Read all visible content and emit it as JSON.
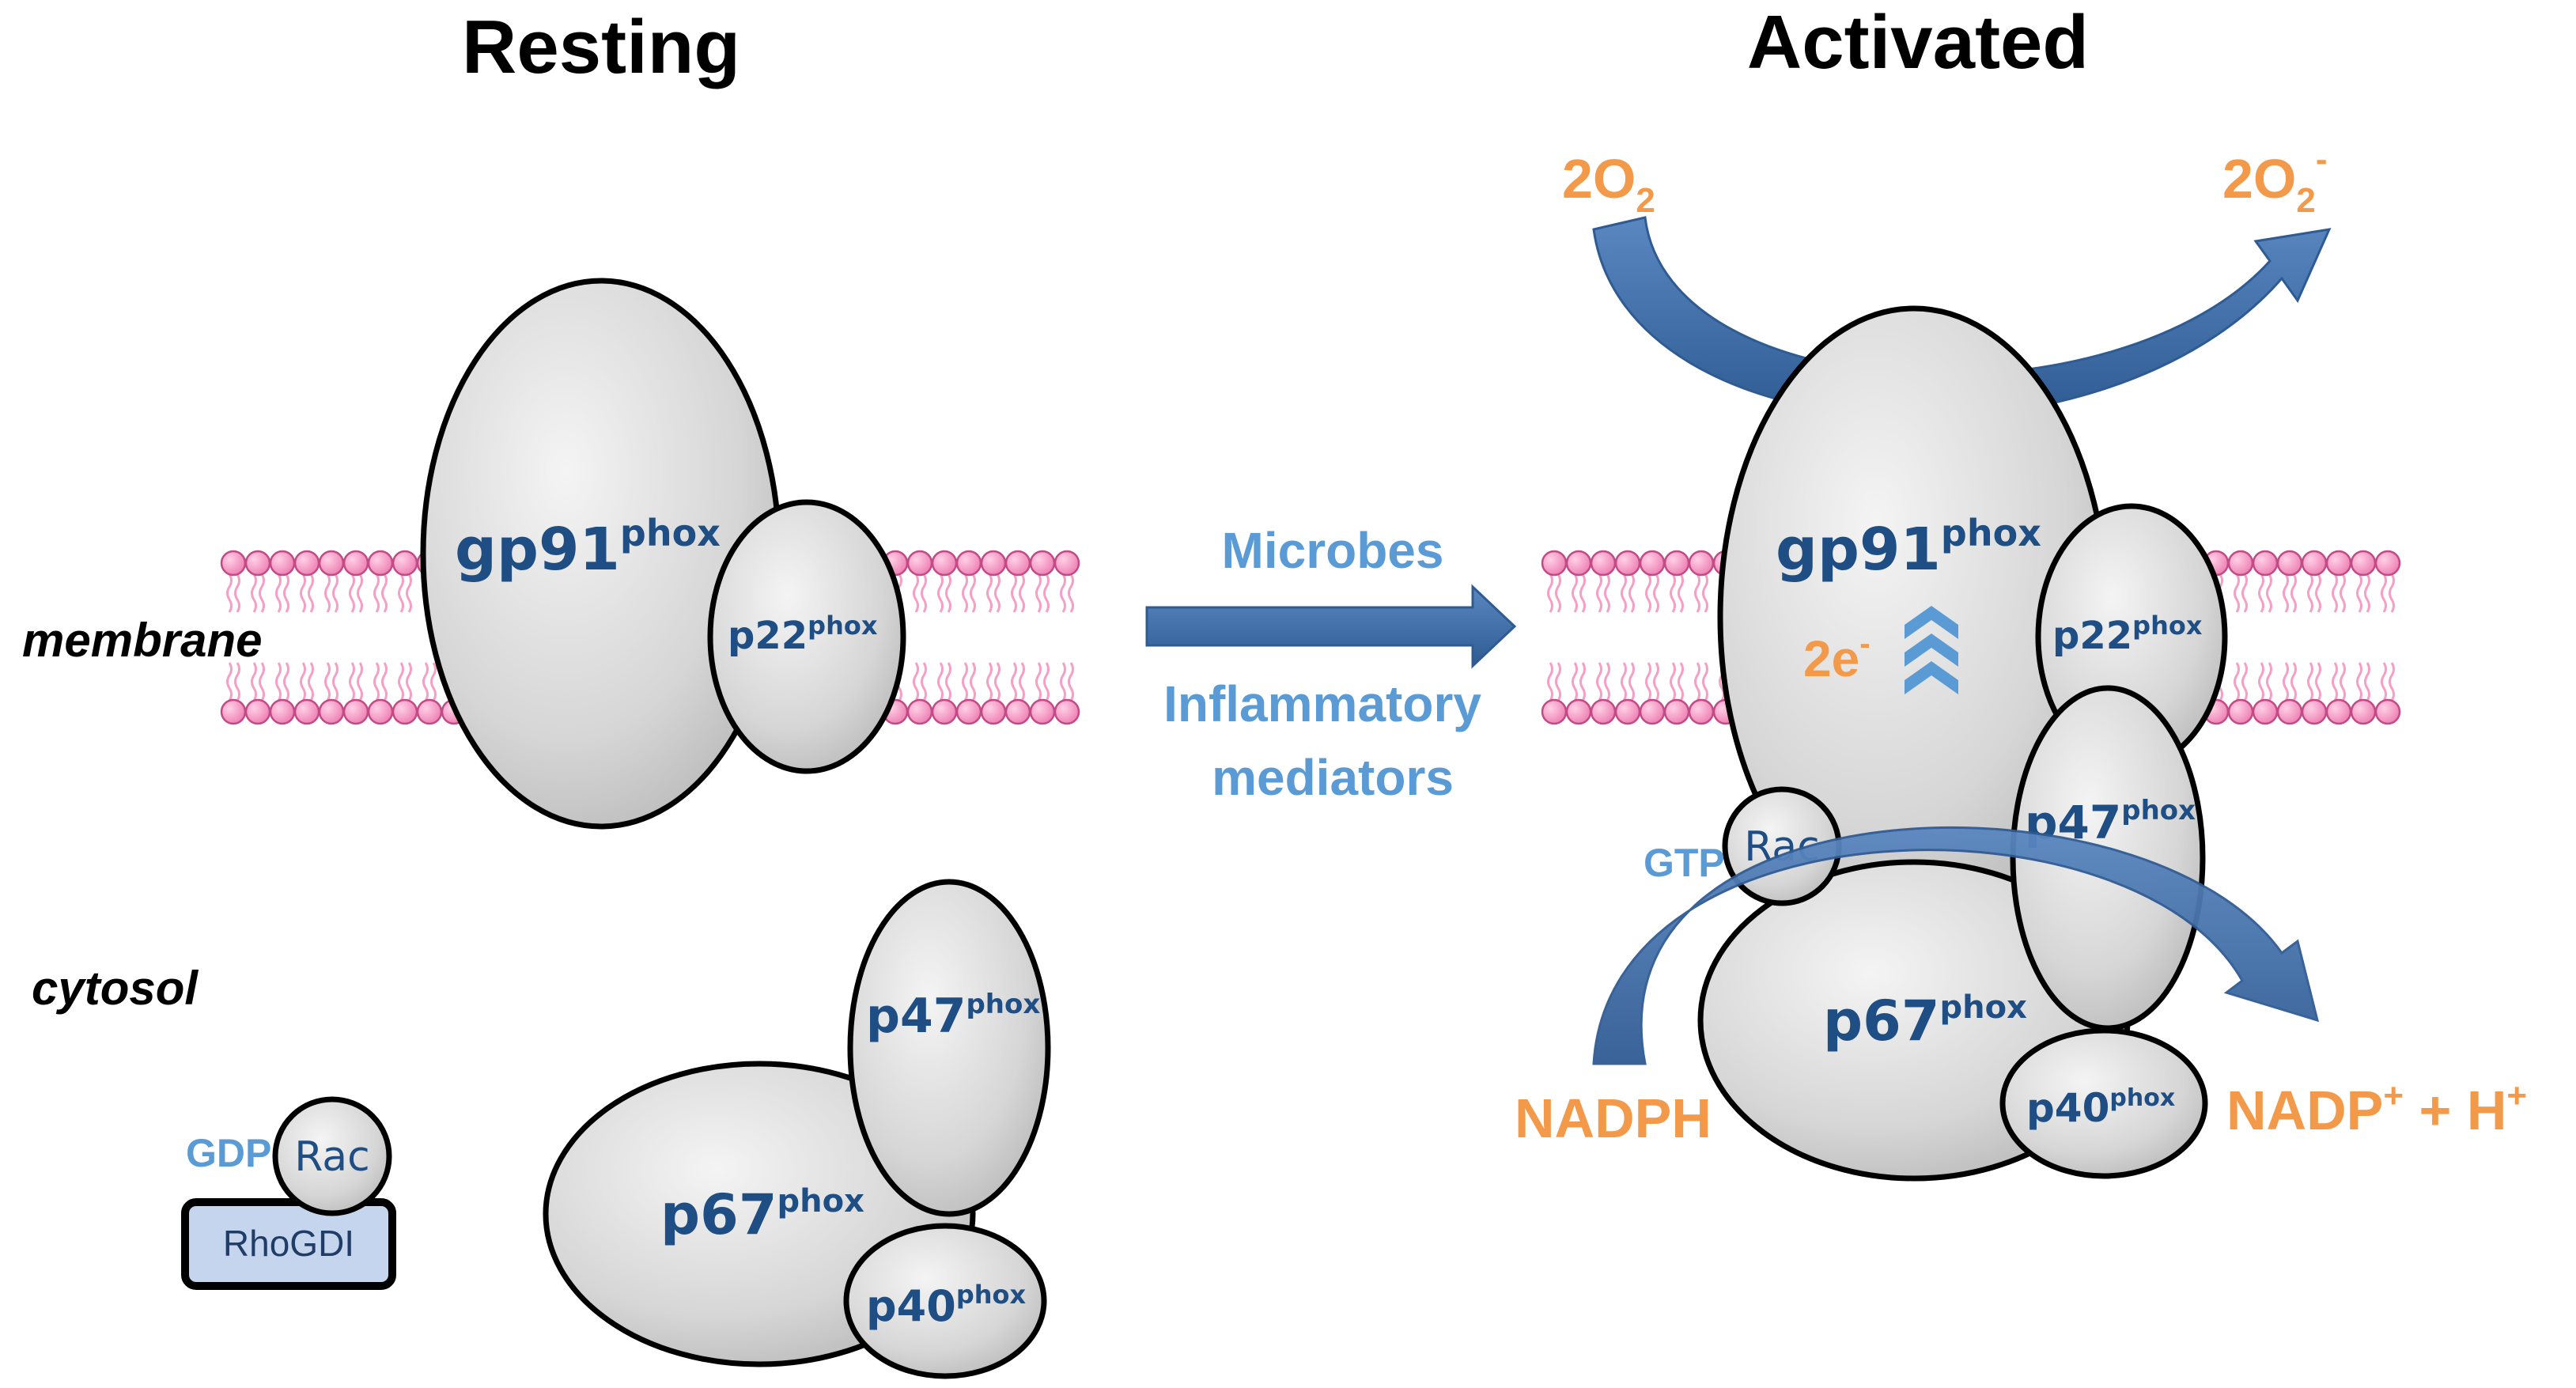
{
  "titles": {
    "resting": "Resting",
    "activated": "Activated"
  },
  "compartments": {
    "membrane": "membrane",
    "cytosol": "cytosol"
  },
  "stimulus": {
    "line1": "Microbes",
    "line2": "Inflammatory",
    "line3": "mediators"
  },
  "proteins": {
    "gp91": {
      "base": "gp91",
      "sup": "phox"
    },
    "p22": {
      "base": "p22",
      "sup": "phox"
    },
    "p47": {
      "base": "p47",
      "sup": "phox"
    },
    "p67": {
      "base": "p67",
      "sup": "phox"
    },
    "p40": {
      "base": "p40",
      "sup": "phox"
    },
    "rac": "Rac",
    "rhogdi": "RhoGDI"
  },
  "nucleotides": {
    "gdp": "GDP",
    "gtp": "GTP"
  },
  "reaction": {
    "oxygen_in": {
      "coef": "2O",
      "sub": "2"
    },
    "oxygen_out": {
      "coef": "2O",
      "sub": "2",
      "sup": "-"
    },
    "electrons": {
      "base": "2e",
      "sup": "-"
    },
    "nadph": "NADPH",
    "nadp_out": {
      "base": "NADP",
      "sup": "+",
      "rest": " + H",
      "sup2": "+"
    }
  },
  "colors": {
    "protein_fill": "#d9d9d9",
    "protein_text": "#1f4e85",
    "arrow_blue": "#3f6fa8",
    "stimulus_text": "#5b9bd5",
    "chemistry_orange": "#f39a4a",
    "lipid_head": "#f59fc5",
    "rhogdi_fill": "#c5d5ee"
  }
}
